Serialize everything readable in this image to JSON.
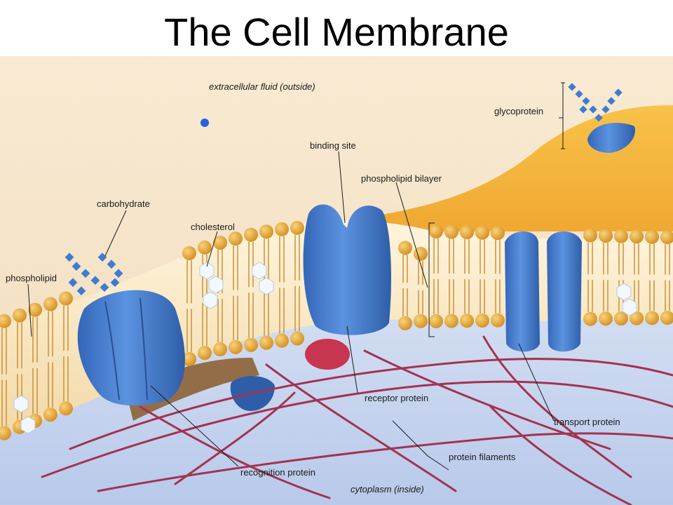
{
  "title": "The Cell Membrane",
  "labels": {
    "extracellular": "extracellular fluid (outside)",
    "glycoprotein": "glycoprotein",
    "binding_site": "binding site",
    "phospholipid_bilayer": "phospholipid bilayer",
    "carbohydrate": "carbohydrate",
    "cholesterol": "cholesterol",
    "phospholipid": "phospholipid",
    "receptor_protein": "receptor protein",
    "transport_protein": "transport protein",
    "protein_filaments": "protein filaments",
    "recognition_protein": "recognition protein",
    "cytoplasm": "cytoplasm (inside)"
  },
  "colors": {
    "outside_fluid": "#f6e6cc",
    "inside_cytoplasm": "#c9d6ee",
    "lipid_head": "#e7a53a",
    "protein": "#3f7bd0",
    "filament": "#a33252",
    "orange_bulge": "#f4b23b",
    "receptor_ligand": "#c8354f"
  }
}
